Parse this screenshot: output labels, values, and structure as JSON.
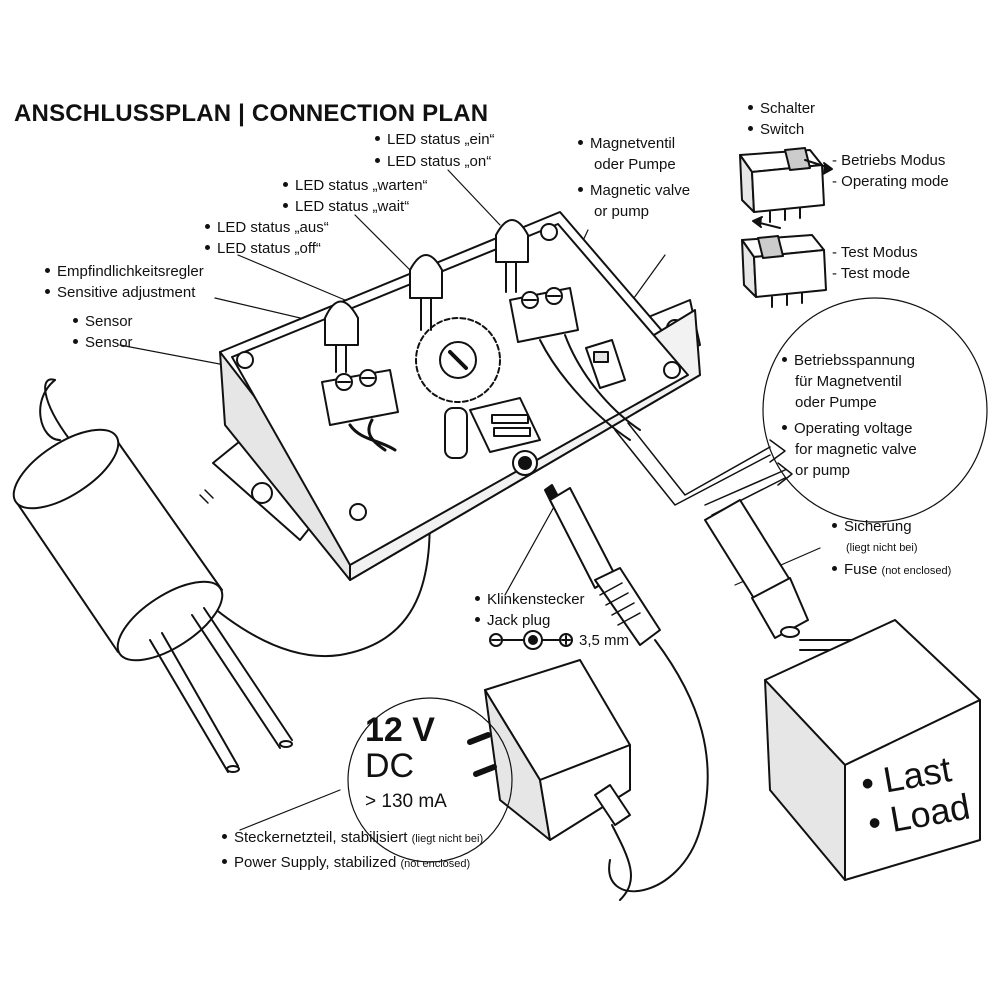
{
  "title": "ANSCHLUSSPLAN | CONNECTION PLAN",
  "labels": {
    "led_on_de": "LED status „ein“",
    "led_on_en": "LED status „on“",
    "led_wait_de": "LED status „warten“",
    "led_wait_en": "LED status „wait“",
    "led_off_de": "LED status „aus“",
    "led_off_en": "LED status „off“",
    "sens_adj_de": "Empfindlichkeitsregler",
    "sens_adj_en": "Sensitive adjustment",
    "sensor_de": "Sensor",
    "sensor_en": "Sensor",
    "valve_de_1": "Magnetventil",
    "valve_de_2": "oder Pumpe",
    "valve_en_1": "Magnetic valve",
    "valve_en_2": "or pump",
    "switch_de": "Schalter",
    "switch_en": "Switch",
    "op_mode_de": "- Betriebs Modus",
    "op_mode_en": "- Operating mode",
    "test_mode_de": "- Test Modus",
    "test_mode_en": "- Test mode",
    "voltage_de_1": "Betriebsspannung",
    "voltage_de_2": "für Magnetventil",
    "voltage_de_3": "oder Pumpe",
    "voltage_en_1": "Operating voltage",
    "voltage_en_2": "for magnetic valve",
    "voltage_en_3": "or pump",
    "fuse_de": "Sicherung",
    "fuse_de_note": "(liegt nicht bei)",
    "fuse_en": "Fuse",
    "fuse_en_note": "(not enclosed)",
    "jack_de": "Klinkenstecker",
    "jack_en": "Jack plug",
    "jack_size": "3,5 mm",
    "psu_de": "Steckernetzteil, stabilisiert",
    "psu_de_note": "(liegt nicht bei)",
    "psu_en": "Power Supply, stabilized",
    "psu_en_note": "(not enclosed)"
  },
  "power": {
    "voltage": "12 V",
    "type": "DC",
    "current": "> 130 mA"
  },
  "load": {
    "line1": "Last",
    "line2": "Load"
  },
  "colors": {
    "line": "#111111",
    "fill": "#ffffff",
    "shade": "#e6e6e6"
  }
}
